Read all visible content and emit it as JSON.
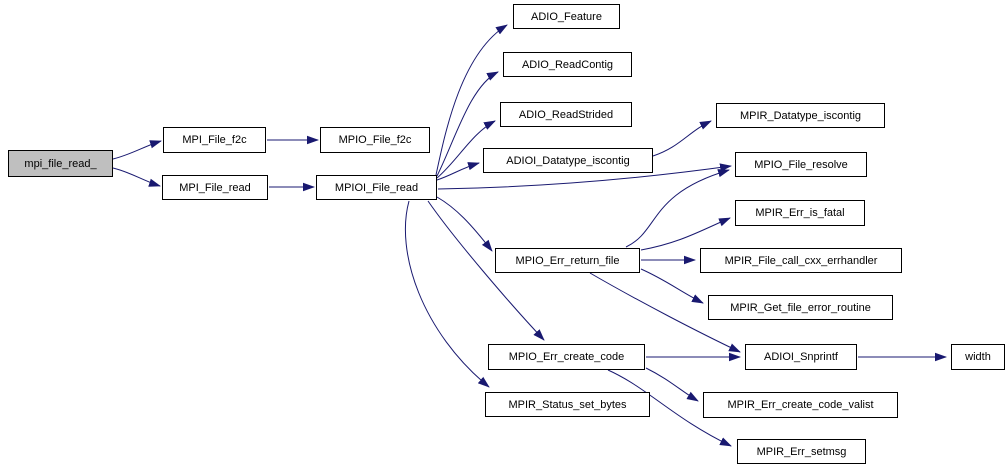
{
  "diagram": {
    "kind": "call-graph",
    "background_color": "#ffffff",
    "edge_color": "#191970",
    "node_border_color": "#000000",
    "node_fill_color": "#ffffff",
    "root_fill_color": "#bfbfbf"
  },
  "nodes": [
    {
      "id": "mpi_file_read_",
      "label": "mpi_file_read_",
      "root": true
    },
    {
      "id": "MPI_File_f2c",
      "label": "MPI_File_f2c"
    },
    {
      "id": "MPI_File_read",
      "label": "MPI_File_read"
    },
    {
      "id": "MPIO_File_f2c",
      "label": "MPIO_File_f2c"
    },
    {
      "id": "MPIOI_File_read",
      "label": "MPIOI_File_read"
    },
    {
      "id": "ADIO_Feature",
      "label": "ADIO_Feature"
    },
    {
      "id": "ADIO_ReadContig",
      "label": "ADIO_ReadContig"
    },
    {
      "id": "ADIO_ReadStrided",
      "label": "ADIO_ReadStrided"
    },
    {
      "id": "ADIOI_Datatype_iscontig",
      "label": "ADIOI_Datatype_iscontig"
    },
    {
      "id": "MPIR_Datatype_iscontig",
      "label": "MPIR_Datatype_iscontig"
    },
    {
      "id": "MPIO_File_resolve",
      "label": "MPIO_File_resolve"
    },
    {
      "id": "MPIR_Err_is_fatal",
      "label": "MPIR_Err_is_fatal"
    },
    {
      "id": "MPIO_Err_return_file",
      "label": "MPIO_Err_return_file"
    },
    {
      "id": "MPIR_File_call_cxx_errhandler",
      "label": "MPIR_File_call_cxx_errhandler"
    },
    {
      "id": "MPIR_Get_file_error_routine",
      "label": "MPIR_Get_file_error_routine"
    },
    {
      "id": "MPIO_Err_create_code",
      "label": "MPIO_Err_create_code"
    },
    {
      "id": "MPIR_Status_set_bytes",
      "label": "MPIR_Status_set_bytes"
    },
    {
      "id": "ADIOI_Snprintf",
      "label": "ADIOI_Snprintf"
    },
    {
      "id": "width",
      "label": "width"
    },
    {
      "id": "MPIR_Err_create_code_valist",
      "label": "MPIR_Err_create_code_valist"
    },
    {
      "id": "MPIR_Err_setmsg",
      "label": "MPIR_Err_setmsg"
    }
  ],
  "edges": [
    {
      "from": "mpi_file_read_",
      "to": "MPI_File_f2c"
    },
    {
      "from": "mpi_file_read_",
      "to": "MPI_File_read"
    },
    {
      "from": "MPI_File_f2c",
      "to": "MPIO_File_f2c"
    },
    {
      "from": "MPI_File_read",
      "to": "MPIOI_File_read"
    },
    {
      "from": "MPIOI_File_read",
      "to": "ADIO_Feature"
    },
    {
      "from": "MPIOI_File_read",
      "to": "ADIO_ReadContig"
    },
    {
      "from": "MPIOI_File_read",
      "to": "ADIO_ReadStrided"
    },
    {
      "from": "MPIOI_File_read",
      "to": "ADIOI_Datatype_iscontig"
    },
    {
      "from": "MPIOI_File_read",
      "to": "MPIO_File_resolve"
    },
    {
      "from": "MPIOI_File_read",
      "to": "MPIO_Err_return_file"
    },
    {
      "from": "MPIOI_File_read",
      "to": "MPIO_Err_create_code"
    },
    {
      "from": "MPIOI_File_read",
      "to": "MPIR_Status_set_bytes"
    },
    {
      "from": "ADIOI_Datatype_iscontig",
      "to": "MPIR_Datatype_iscontig"
    },
    {
      "from": "MPIO_Err_return_file",
      "to": "MPIO_File_resolve"
    },
    {
      "from": "MPIO_Err_return_file",
      "to": "MPIR_Err_is_fatal"
    },
    {
      "from": "MPIO_Err_return_file",
      "to": "MPIR_File_call_cxx_errhandler"
    },
    {
      "from": "MPIO_Err_return_file",
      "to": "MPIR_Get_file_error_routine"
    },
    {
      "from": "MPIO_Err_return_file",
      "to": "ADIOI_Snprintf"
    },
    {
      "from": "MPIO_Err_create_code",
      "to": "ADIOI_Snprintf"
    },
    {
      "from": "MPIO_Err_create_code",
      "to": "MPIR_Err_create_code_valist"
    },
    {
      "from": "MPIO_Err_create_code",
      "to": "MPIR_Err_setmsg"
    },
    {
      "from": "ADIOI_Snprintf",
      "to": "width"
    }
  ]
}
